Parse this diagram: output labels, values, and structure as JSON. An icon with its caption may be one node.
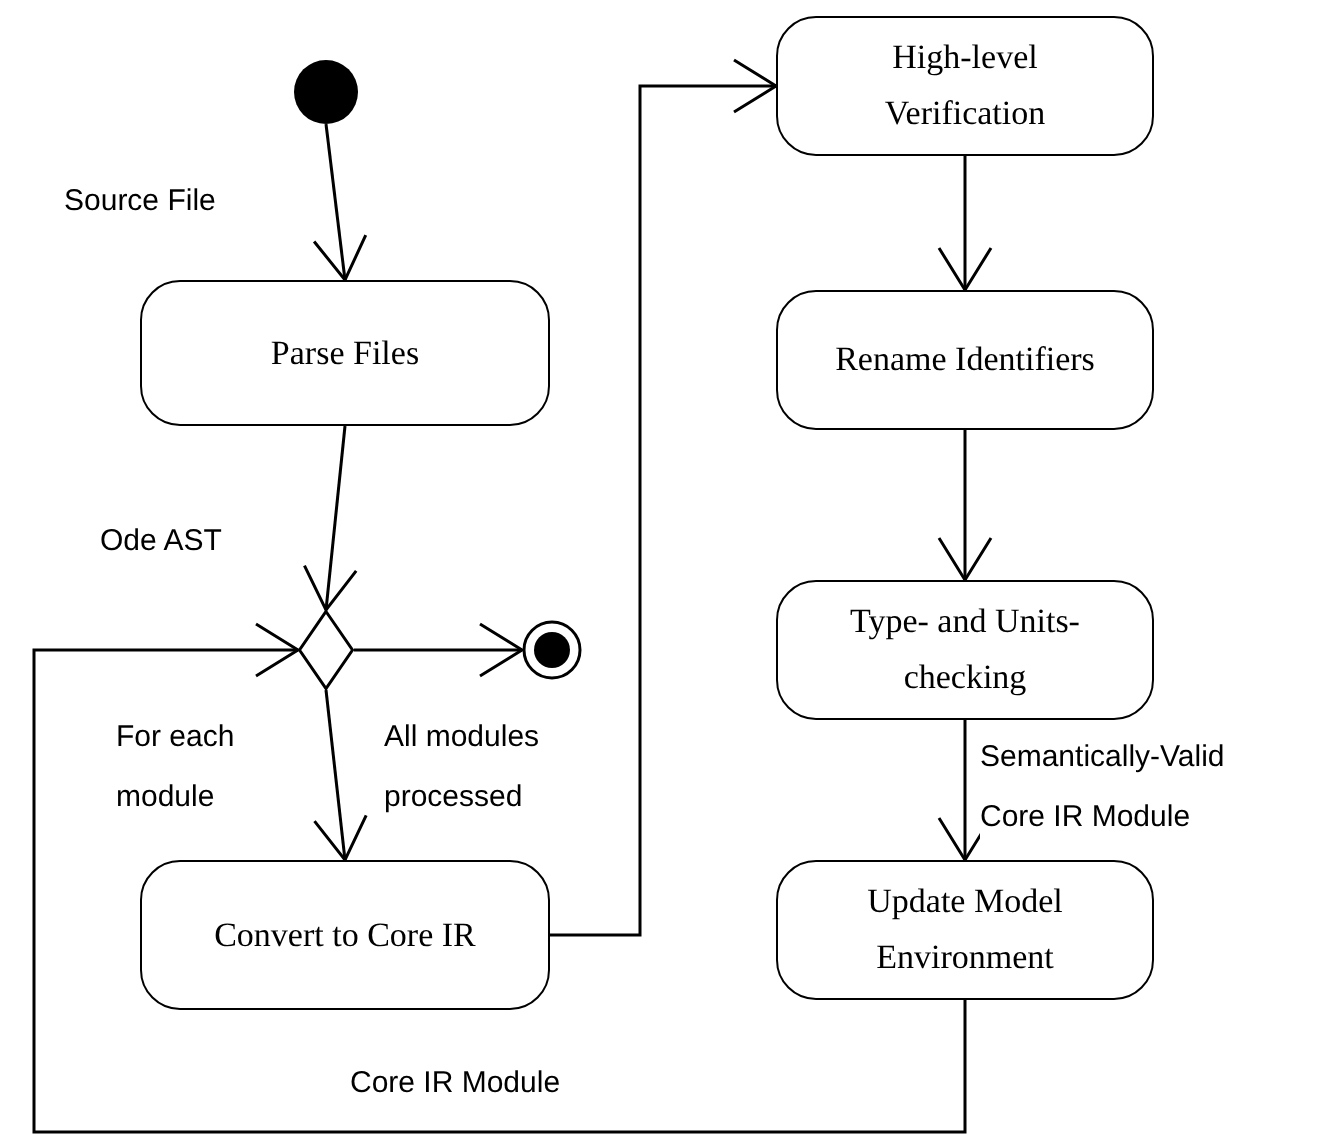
{
  "diagram": {
    "nodes": [
      {
        "text": [],
        "shape": "circle"
      },
      {
        "text": [
          "Parse Files"
        ]
      },
      {
        "text": [],
        "shape": "diamond"
      },
      {
        "text": [],
        "shape": "circle"
      },
      {
        "text": [
          "Convert to Core IR"
        ]
      },
      {
        "text": [
          "High-level Verification"
        ]
      },
      {
        "text": [
          "Rename Identifiers"
        ]
      },
      {
        "text": [
          "Type- and Units-checking"
        ]
      },
      {
        "text": [
          "Update Model Environment"
        ]
      }
    ],
    "edges": [
      {
        "from": 0,
        "to": 1,
        "arrow": "to",
        "label": "Source File"
      },
      {
        "from": 1,
        "to": 2,
        "arrow": "to",
        "label": "Ode AST"
      },
      {
        "from": 2,
        "to": 3,
        "arrow": "to",
        "label": "All modules processed"
      },
      {
        "from": 2,
        "to": 4,
        "arrow": "to",
        "label": "For each module"
      },
      {
        "from": 4,
        "to": 5,
        "arrow": "to"
      },
      {
        "from": 5,
        "to": 6,
        "arrow": "to"
      },
      {
        "from": 6,
        "to": 7,
        "arrow": "to"
      },
      {
        "from": 7,
        "to": 8,
        "arrow": "to",
        "label": "Semantically-Valid Core IR Module"
      },
      {
        "from": 8,
        "to": 2,
        "arrow": "to",
        "label": "Core IR Module"
      }
    ]
  }
}
